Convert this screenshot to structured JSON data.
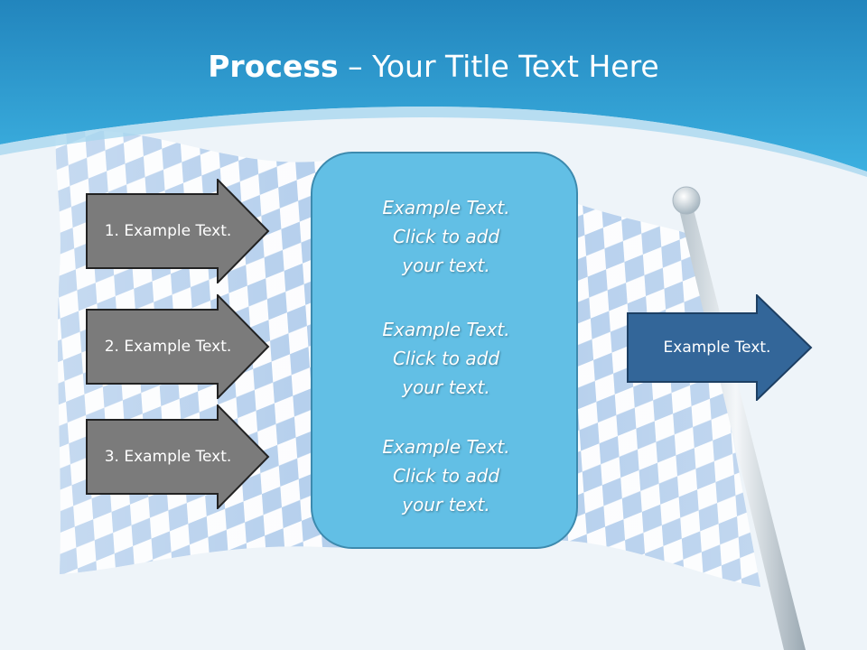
{
  "title": {
    "bold": "Process",
    "rest": " – Your Title Text Here"
  },
  "steps": [
    {
      "label": "1. Example Text."
    },
    {
      "label": "2. Example Text."
    },
    {
      "label": "3. Example Text."
    }
  ],
  "center_blocks": [
    {
      "line1": "Example Text.",
      "line2": "Click  to add",
      "line3": "your text."
    },
    {
      "line1": "Example Text.",
      "line2": "Click  to add",
      "line3": "your text."
    },
    {
      "line1": "Example Text.",
      "line2": "Click  to add",
      "line3": "your text."
    }
  ],
  "result": {
    "label": "Example Text."
  },
  "colors": {
    "header": "#2a93c8",
    "step_arrow": "#7b7b7b",
    "center_box": "#62bfe5",
    "result_arrow": "#336699"
  },
  "icons": {
    "background": "checkered-flag-icon"
  }
}
